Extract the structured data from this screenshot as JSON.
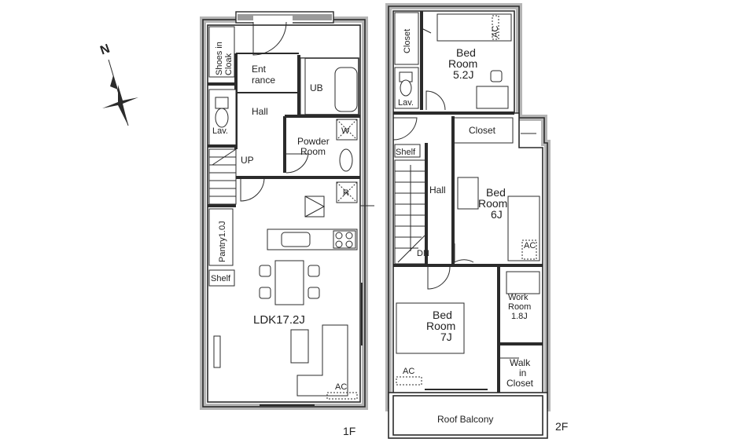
{
  "compass": {
    "north_label": "N"
  },
  "floor1": {
    "floor_label": "1F",
    "rooms": {
      "shoes_in_cloak": "Shoes in\nCloak",
      "entrance": "Ent\nrance",
      "ub": "UB",
      "hall": "Hall",
      "lav": "Lav.",
      "powder_room": "Powder\nRoom",
      "washer": "W",
      "fridge": "R",
      "up": "UP",
      "pantry": "Pantry1.0J",
      "shelf": "Shelf",
      "ldk": "LDK17.2J",
      "ac": "AC"
    }
  },
  "floor2": {
    "floor_label": "2F",
    "rooms": {
      "closet_top": "Closet",
      "bedroom1": "Bed\nRoom\n5.2J",
      "lav": "Lav.",
      "closet_mid": "Closet",
      "shelf": "Shelf",
      "hall": "Hall",
      "bedroom2": "Bed\nRoom\n6J",
      "dn": "DN",
      "work_room": "Work\nRoom\n1.8J",
      "bedroom3": "Bed\nRoom\n7J",
      "walk_in_closet": "Walk\nin\nCloset",
      "roof_balcony": "Roof Balcony",
      "ac_bed1": "AC",
      "ac_bed2": "AC",
      "ac_bed3": "AC"
    }
  }
}
